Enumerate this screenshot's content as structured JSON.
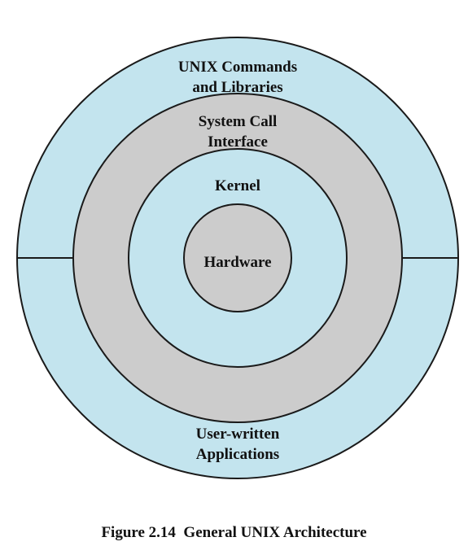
{
  "diagram": {
    "layers": [
      {
        "name": "outer",
        "label_top": [
          "UNIX Commands",
          "and Libraries"
        ],
        "label_bottom": [
          "User-written",
          "Applications"
        ],
        "fill": "#c3e4ee"
      },
      {
        "name": "system-call",
        "label": [
          "System Call",
          "Interface"
        ],
        "fill": "#cccccc"
      },
      {
        "name": "kernel",
        "label": [
          "Kernel"
        ],
        "fill": "#c3e4ee"
      },
      {
        "name": "hardware",
        "label": [
          "Hardware"
        ],
        "fill": "#cccccc"
      }
    ],
    "stroke_color": "#1a1a1a"
  },
  "caption": {
    "figure_number": "Figure 2.14",
    "title": "General UNIX Architecture"
  }
}
